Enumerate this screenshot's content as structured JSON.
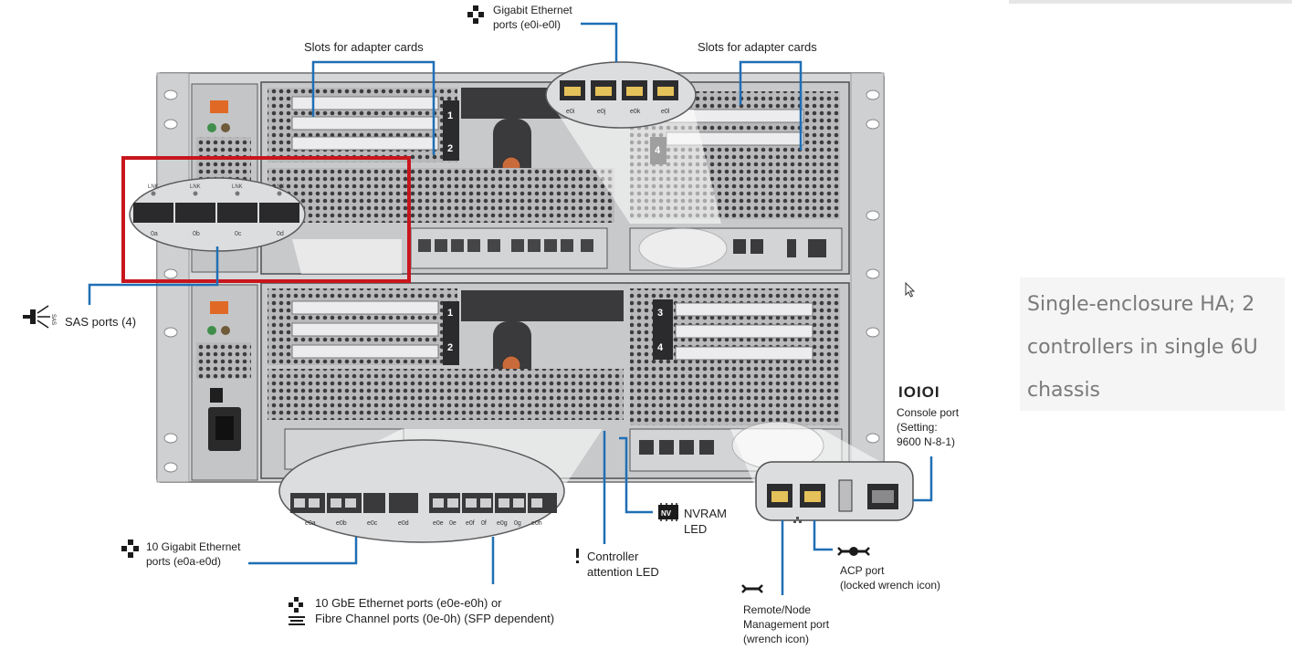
{
  "labels": {
    "gigabit_ethernet": [
      "Gigabit Ethernet",
      "ports (e0i-e0l)"
    ],
    "slots_left": "Slots for adapter cards",
    "slots_right": "Slots for adapter cards",
    "sas_ports": "SAS ports (4)",
    "sas_icon_letters": "SAS",
    "ten_gig": [
      "10 Gigabit Ethernet",
      "ports (e0a-e0d)"
    ],
    "ten_gbe_fc": [
      "10 GbE Ethernet ports (e0e-e0h) or",
      "Fibre Channel ports (0e-0h) (SFP dependent)"
    ],
    "controller_led": [
      "Controller",
      "attention LED"
    ],
    "nvram_led": [
      "NVRAM",
      "LED"
    ],
    "nvram_icon_text": "NV",
    "console_icon": "IOIOI",
    "console_port": [
      "Console port",
      "(Setting:",
      "9600 N-8-1)"
    ],
    "acp_port": [
      "ACP port",
      "(locked wrench icon)"
    ],
    "remote_mgmt": [
      "Remote/Node",
      "Management port",
      "(wrench icon)"
    ]
  },
  "port_labels": {
    "sas": [
      "0a",
      "0b",
      "0c",
      "0d"
    ],
    "sas_link": "LNK",
    "gigabit": [
      "e0i",
      "e0j",
      "e0k",
      "e0l"
    ],
    "ten_gig": [
      "e0a",
      "e0b",
      "e0c",
      "e0d"
    ],
    "ten_gbe_fc": [
      "e0e",
      "0e",
      "e0f",
      "0f",
      "e0g",
      "0g",
      "e0h"
    ]
  },
  "slot_numbers": [
    "1",
    "2",
    "4",
    "1",
    "2",
    "3",
    "4"
  ],
  "side_note": "Single-enclosure HA; 2 controllers in single 6U chassis",
  "colors": {
    "callout": "#1f6fb5",
    "highlight": "#c8161d",
    "chassis": "#c9cacc",
    "side_text": "#7a7a7a"
  }
}
